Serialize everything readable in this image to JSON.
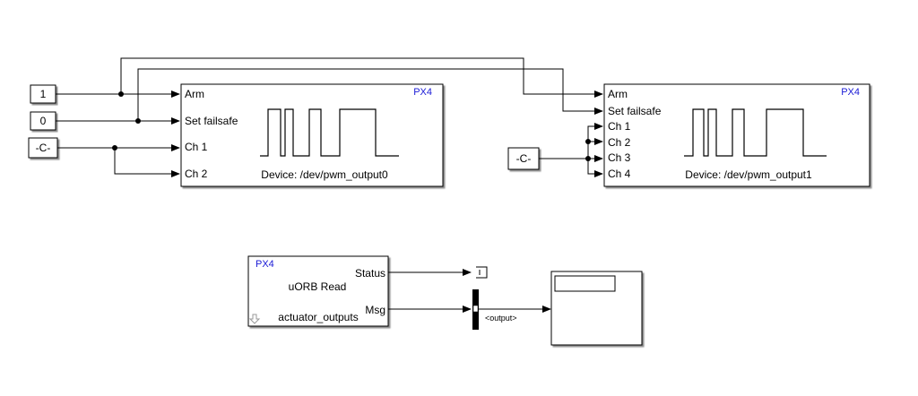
{
  "constants": {
    "c1": "1",
    "c0": "0",
    "cC_left": "-C-",
    "cC_right": "-C-"
  },
  "pwm_block_0": {
    "brand": "PX4",
    "device": "Device: /dev/pwm_output0",
    "ports": [
      "Arm",
      "Set failsafe",
      "Ch 1",
      "Ch 2"
    ]
  },
  "pwm_block_1": {
    "brand": "PX4",
    "device": "Device: /dev/pwm_output1",
    "ports": [
      "Arm",
      "Set failsafe",
      "Ch 1",
      "Ch 2",
      "Ch 3",
      "Ch 4"
    ]
  },
  "uorb_block": {
    "brand": "PX4",
    "title": "uORB Read",
    "topic": "actuator_outputs",
    "out_status": "Status",
    "out_msg": "Msg"
  },
  "bus_selector": {
    "label": "<output>"
  },
  "colors": {
    "px4_blue": "#1a1ad6",
    "line": "#000000"
  }
}
